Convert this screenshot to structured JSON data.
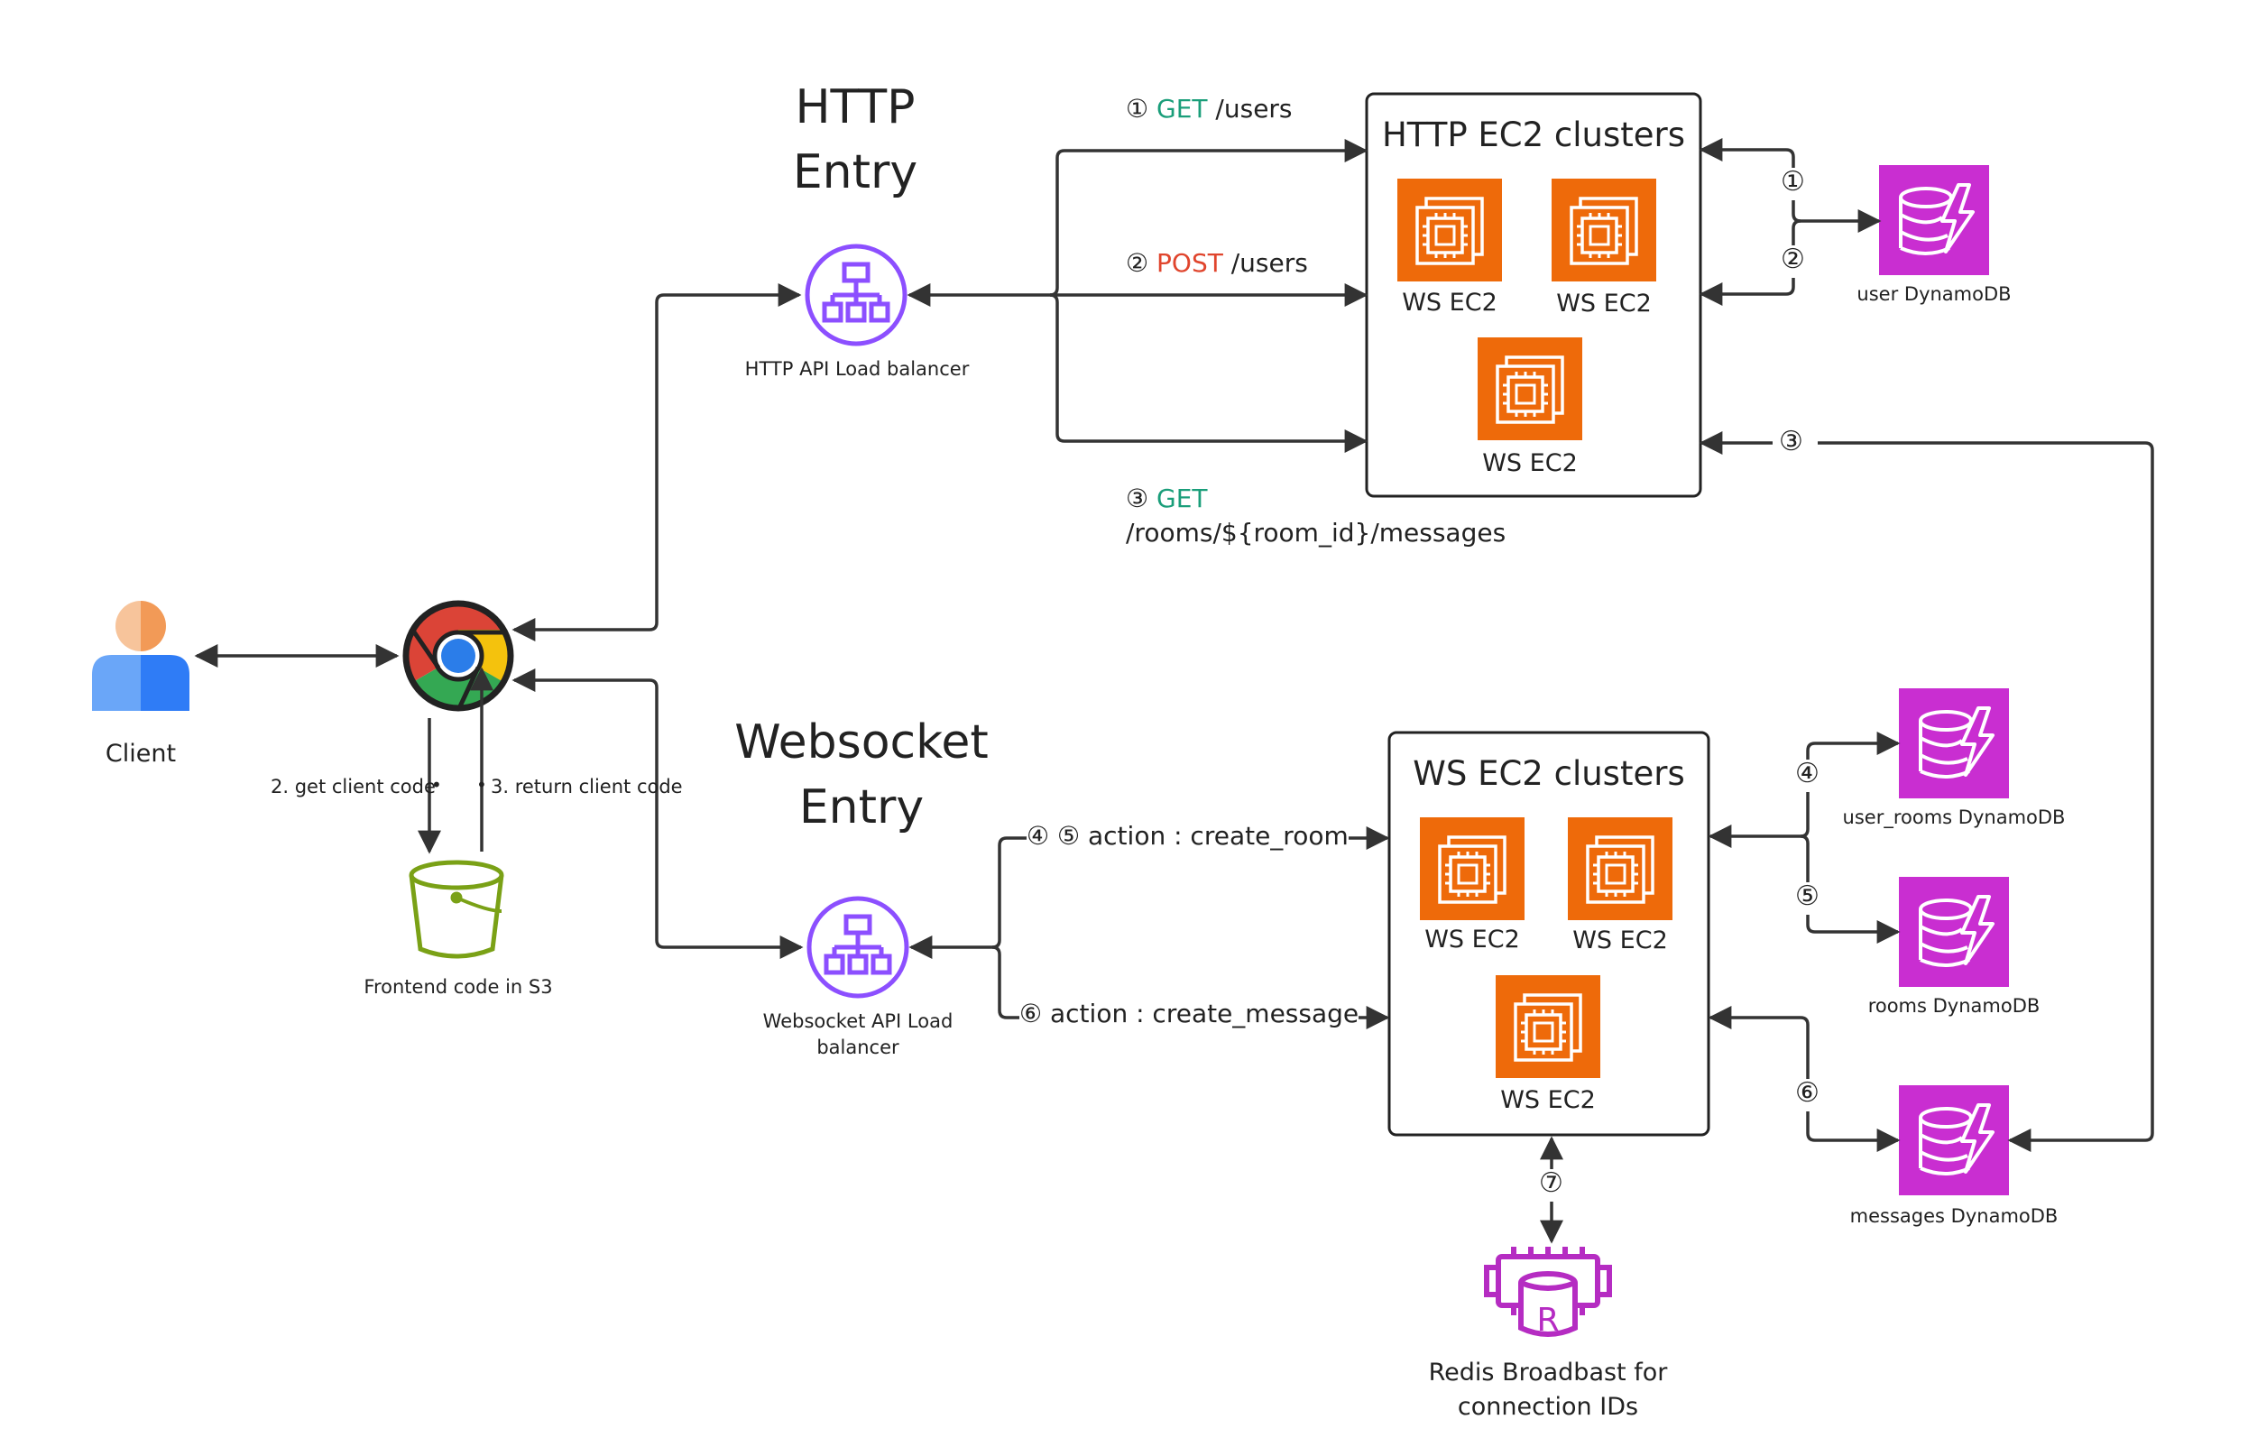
{
  "client": {
    "label": "Client"
  },
  "browser": {
    "icon": "chrome-icon"
  },
  "s3": {
    "label": "Frontend code in S3",
    "get_code": "2. get client code",
    "return_code": "3. return client code"
  },
  "http_entry": {
    "title_line1": "HTTP",
    "title_line2": "Entry",
    "lb_label": "HTTP API Load balancer",
    "routes": [
      {
        "num": "①",
        "verb": "GET",
        "path": "/users"
      },
      {
        "num": "②",
        "verb": "POST",
        "path": "/users"
      },
      {
        "num": "③",
        "verb": "GET",
        "path": "/rooms/${room_id}/messages"
      }
    ],
    "cluster": {
      "title": "HTTP EC2 clusters",
      "instances": [
        "WS EC2",
        "WS EC2",
        "WS EC2"
      ]
    },
    "db_links": [
      "①",
      "②",
      "③"
    ]
  },
  "ws_entry": {
    "title_line1": "Websocket",
    "title_line2": "Entry",
    "lb_label_line1": "Websocket API Load",
    "lb_label_line2": "balancer",
    "routes": [
      {
        "label": "④ ⑤ action : create_room"
      },
      {
        "label": "⑥ action : create_message"
      }
    ],
    "cluster": {
      "title": "WS EC2 clusters",
      "instances": [
        "WS EC2",
        "WS EC2",
        "WS EC2"
      ]
    },
    "db_links": [
      "④",
      "⑤",
      "⑥"
    ],
    "redis_link": "⑦"
  },
  "databases": {
    "user": "user DynamoDB",
    "user_rooms": "user_rooms DynamoDB",
    "rooms": "rooms DynamoDB",
    "messages": "messages DynamoDB"
  },
  "redis": {
    "line1": "Redis Broadbast for",
    "line2": "connection IDs"
  },
  "colors": {
    "ec2": "#ee6a0a",
    "dynamodb": "#c92ed1",
    "redis": "#b52cc2",
    "lb": "#8c4fff",
    "s3": "#7aa116",
    "get": "#1a9e7a",
    "post": "#e0452d"
  }
}
